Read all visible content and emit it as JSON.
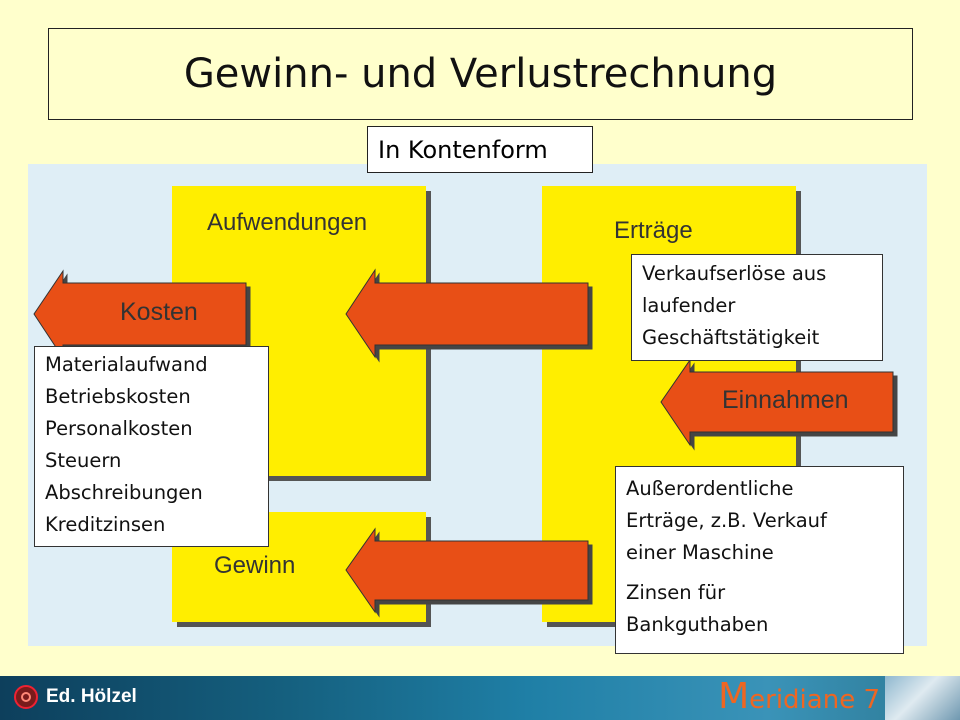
{
  "title": "Gewinn- und Verlustrechnung",
  "subtitle": "In Kontenform",
  "diagram": {
    "debit_account_label": "Aufwendungen",
    "credit_account_label": "Erträge",
    "profit_label": "Gewinn",
    "arrow_costs": "Kosten",
    "arrow_revenue": "Einnahmen",
    "expense_items": [
      "Materialaufwand",
      "Betriebskosten",
      "Personalkosten",
      "Steuern",
      "Abschreibungen",
      "Kreditzinsen"
    ],
    "operating_revenue_lines": [
      "Verkaufserlöse aus",
      "laufender",
      "Geschäftstätigkeit"
    ],
    "extraordinary_lines": [
      "Außerordentliche",
      "Erträge, z.B. Verkauf",
      "einer Maschine"
    ],
    "interest_lines": [
      "Zinsen für",
      "Bankguthaben"
    ]
  },
  "footer": {
    "publisher": "Ed. Hölzel",
    "series_initial": "M",
    "series_rest": "eridiane 7"
  },
  "colors": {
    "background": "#ffffcc",
    "panel": "#dfeef6",
    "account_box": "#ffee00",
    "arrow": "#e85018"
  },
  "icons": [
    "publisher-logo-icon",
    "corner-graphic-icon"
  ]
}
